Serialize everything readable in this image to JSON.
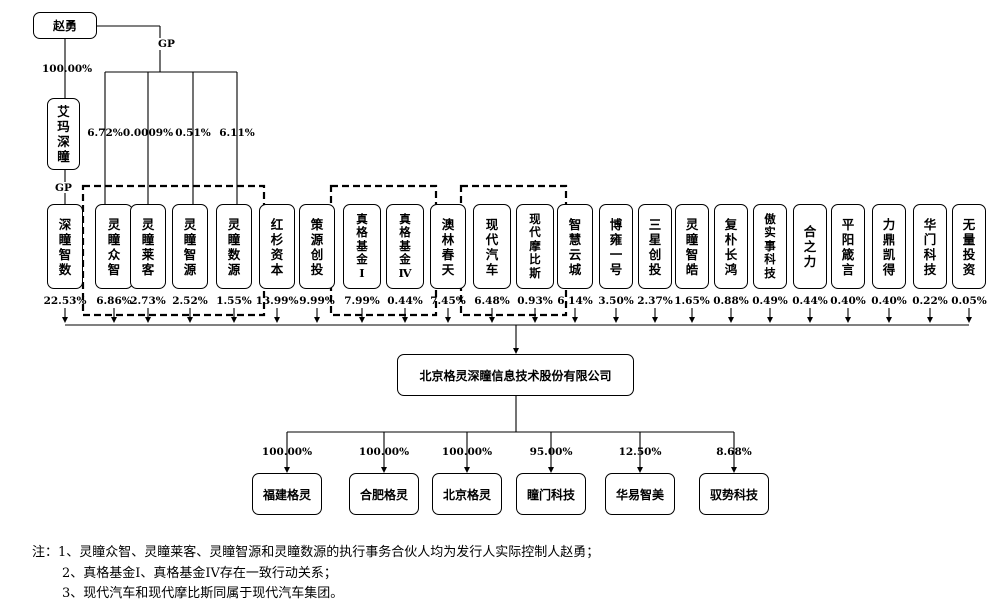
{
  "controller": "赵勇",
  "controller_pct": "100.00%",
  "gp_top": "GP",
  "emma": "艾玛深瞳",
  "gp_emma": "GP",
  "fund_pcts": [
    "6.72%",
    "0.0009%",
    "0.51%",
    "6.11%"
  ],
  "shareholders": [
    {
      "name": "深瞳智数",
      "pct": "22.53%"
    },
    {
      "name": "灵瞳众智",
      "pct": "6.86%"
    },
    {
      "name": "灵瞳莱客",
      "pct": "2.73%"
    },
    {
      "name": "灵瞳智源",
      "pct": "2.52%"
    },
    {
      "name": "灵瞳数源",
      "pct": "1.55%"
    },
    {
      "name": "红杉资本",
      "pct": "13.99%"
    },
    {
      "name": "策源创投",
      "pct": "9.99%"
    },
    {
      "name": "真格基金Ⅰ",
      "pct": "7.99%"
    },
    {
      "name": "真格基金Ⅳ",
      "pct": "0.44%"
    },
    {
      "name": "澳林春天",
      "pct": "7.45%"
    },
    {
      "name": "现代汽车",
      "pct": "6.48%"
    },
    {
      "name": "现代摩比斯",
      "pct": "0.93%"
    },
    {
      "name": "智慧云城",
      "pct": "6.14%"
    },
    {
      "name": "博雍一号",
      "pct": "3.50%"
    },
    {
      "name": "三星创投",
      "pct": "2.37%"
    },
    {
      "name": "灵瞳智皓",
      "pct": "1.65%"
    },
    {
      "name": "复朴长鸿",
      "pct": "0.88%"
    },
    {
      "name": "傲实事科技",
      "pct": "0.49%"
    },
    {
      "name": "合之力",
      "pct": "0.44%"
    },
    {
      "name": "平阳箴言",
      "pct": "0.40%"
    },
    {
      "name": "力鼎凯得",
      "pct": "0.40%"
    },
    {
      "name": "华门科技",
      "pct": "0.22%"
    },
    {
      "name": "无量投资",
      "pct": "0.05%"
    }
  ],
  "company": "北京格灵深瞳信息技术股份有限公司",
  "subsidiaries": [
    {
      "name": "福建格灵",
      "pct": "100.00%"
    },
    {
      "name": "合肥格灵",
      "pct": "100.00%"
    },
    {
      "name": "北京格灵",
      "pct": "100.00%"
    },
    {
      "name": "瞳门科技",
      "pct": "95.00%"
    },
    {
      "name": "华易智美",
      "pct": "12.50%"
    },
    {
      "name": "驭势科技",
      "pct": "8.68%"
    }
  ],
  "notes": [
    "注：1、灵瞳众智、灵瞳莱客、灵瞳智源和灵瞳数源的执行事务合伙人均为发行人实际控制人赵勇；",
    "2、真格基金I、真格基金IV存在一致行动关系；",
    "3、现代汽车和现代摩比斯同属于现代汽车集团。"
  ]
}
